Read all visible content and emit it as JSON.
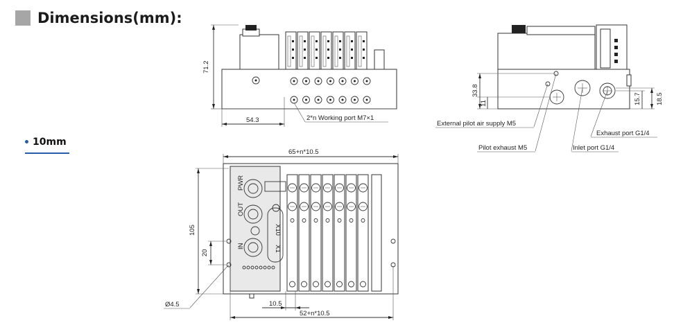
{
  "header": {
    "title": "Dimensions(mm):"
  },
  "section": {
    "label": "10mm"
  },
  "front_view": {
    "dim_height": "71.2",
    "dim_offset": "54.3",
    "working_port": "2*n Working port M7×1"
  },
  "side_view": {
    "dim_pilot_height": "33.8",
    "dim_base": "11",
    "dim_exhaust": "15.7",
    "dim_inlet": "18.5",
    "external_pilot": "External pilot air supply M5",
    "pilot_exhaust": "Pilot exhaust M5",
    "inlet_port": "Inlet port G1/4",
    "exhaust_port": "Exhaust port G1/4"
  },
  "top_view": {
    "dim_width": "65+n*10.5",
    "dim_height": "105",
    "dim_hole_spacing": "20",
    "dim_pitch": "10.5",
    "dim_mount": "52+n*10.5",
    "hole_diameter": "Ø4.5",
    "module_labels": [
      "PWR",
      "OUT",
      "IN",
      "X10",
      "X1"
    ]
  }
}
